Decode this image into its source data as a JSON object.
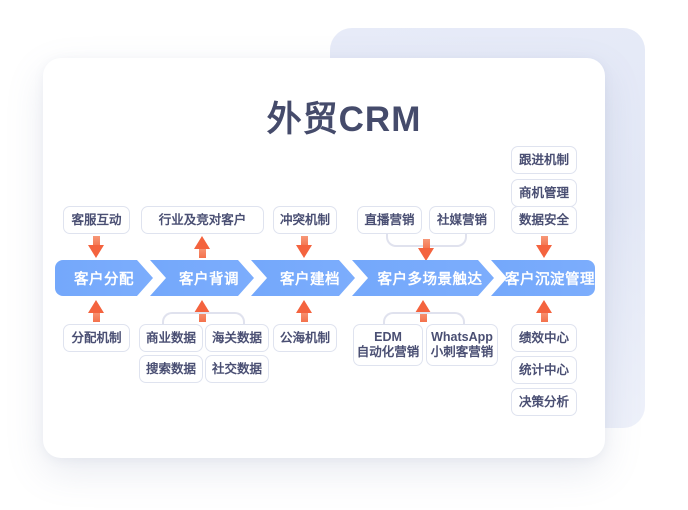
{
  "page": {
    "title": "外贸CRM",
    "accent_blue": "#7aacfb",
    "accent_orange": "#f4633e",
    "text_dark": "#454b6b",
    "box_border": "#dfe3ef",
    "backdrop_color": "#e7ebf8"
  },
  "flow": {
    "stages": [
      {
        "label": "客户分配"
      },
      {
        "label": "客户背调"
      },
      {
        "label": "客户建档"
      },
      {
        "label": "客户多场景触达"
      },
      {
        "label": "客户沉淀管理"
      }
    ]
  },
  "top_items": [
    {
      "label": "客服互动"
    },
    {
      "label": "行业及竞对客户"
    },
    {
      "label": "冲突机制"
    },
    {
      "label": "直播营销"
    },
    {
      "label": "社媒营销"
    }
  ],
  "right_top_items": [
    {
      "label": "跟进机制"
    },
    {
      "label": "商机管理"
    },
    {
      "label": "数据安全"
    }
  ],
  "bottom_items": [
    {
      "label": "分配机制"
    },
    {
      "label": "商业数据"
    },
    {
      "label": "海关数据"
    },
    {
      "label": "搜索数据"
    },
    {
      "label": "社交数据"
    },
    {
      "label": "公海机制"
    }
  ],
  "bottom_marketing_items": [
    {
      "line1": "EDM",
      "line2": "自动化营销"
    },
    {
      "line1": "WhatsApp",
      "line2": "小刺客营销"
    }
  ],
  "right_bottom_items": [
    {
      "label": "绩效中心"
    },
    {
      "label": "统计中心"
    },
    {
      "label": "决策分析"
    }
  ],
  "arrows": {
    "top": [
      {
        "name": "arrow-down-customer-service",
        "direction": "down"
      },
      {
        "name": "arrow-up-industry-competitor",
        "direction": "up"
      },
      {
        "name": "arrow-down-conflict",
        "direction": "down"
      },
      {
        "name": "arrow-down-marketing-merge",
        "direction": "down"
      },
      {
        "name": "arrow-down-data-security",
        "direction": "down"
      }
    ],
    "bottom": [
      {
        "name": "arrow-up-allocation",
        "direction": "up"
      },
      {
        "name": "arrow-up-data-merge",
        "direction": "up"
      },
      {
        "name": "arrow-up-public-sea",
        "direction": "up"
      },
      {
        "name": "arrow-up-marketing-tools-merge",
        "direction": "up"
      },
      {
        "name": "arrow-up-performance",
        "direction": "up"
      }
    ]
  }
}
